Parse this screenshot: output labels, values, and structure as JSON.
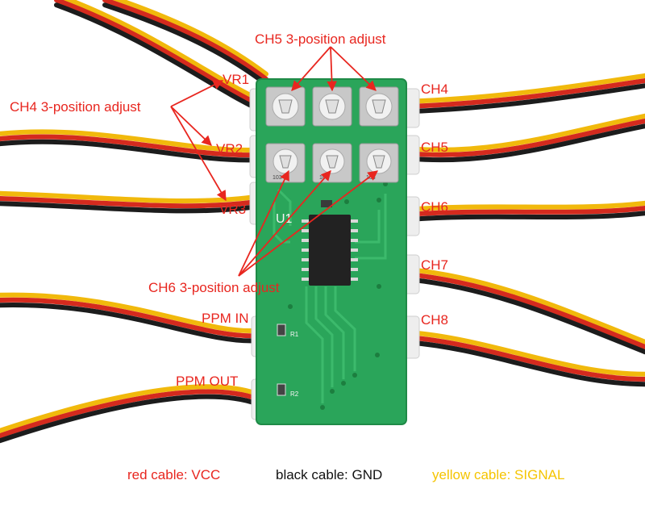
{
  "labels": {
    "ch5_adjust": "CH5 3-position adjust",
    "ch4_adjust": "CH4 3-position adjust",
    "ch6_adjust": "CH6 3-position adjust",
    "vr1": "VR1",
    "vr2": "VR2",
    "vr3": "VR3",
    "ppm_in": "PPM IN",
    "ppm_out": "PPM OUT",
    "ch4": "CH4",
    "ch5": "CH5",
    "ch6": "CH6",
    "ch7": "CH7",
    "ch8": "CH8"
  },
  "board": {
    "ic_label": "U1",
    "pot_code": "103",
    "r1": "R1",
    "r2": "R2"
  },
  "legend": {
    "red": "red cable: VCC",
    "black": "black cable: GND",
    "yellow": "yellow cable: SIGNAL"
  },
  "colors": {
    "wire_red": "#d42a1e",
    "wire_black": "#1c1c1c",
    "wire_yellow": "#f1b90c",
    "pcb": "#2aa55a",
    "annotation": "#e8261f",
    "legend_red": "#e8261f",
    "legend_black": "#111111",
    "legend_yellow": "#f5c400"
  }
}
